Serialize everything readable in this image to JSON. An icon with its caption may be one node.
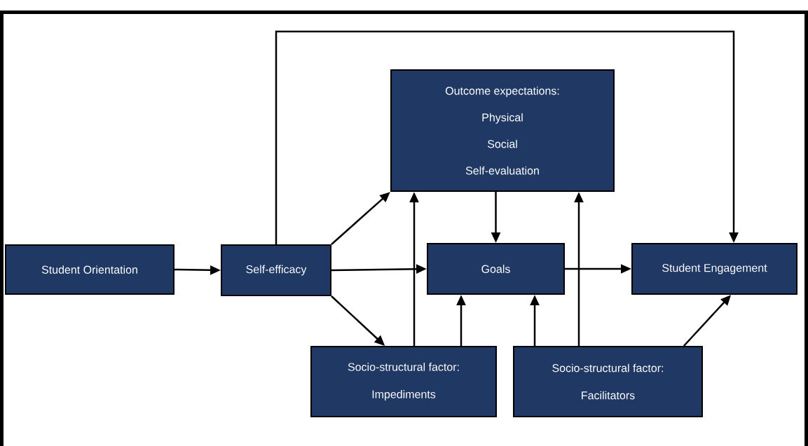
{
  "diagram": {
    "nodes": [
      {
        "text": [
          "Student Orientation"
        ]
      },
      {
        "text": [
          "Self-efficacy"
        ]
      },
      {
        "text": [
          "Outcome expectations:",
          "Physical",
          "Social",
          "Self-evaluation"
        ]
      },
      {
        "text": [
          "Goals"
        ]
      },
      {
        "text": [
          "Student Engagement"
        ]
      },
      {
        "text": [
          "Socio-structural factor:",
          "Impediments"
        ]
      },
      {
        "text": [
          "Socio-structural factor:",
          "Facilitators"
        ]
      }
    ],
    "edges": [
      {
        "from": 0,
        "to": 1,
        "arrow": "to"
      },
      {
        "from": 1,
        "to": 2,
        "arrow": "to"
      },
      {
        "from": 1,
        "to": 3,
        "arrow": "to"
      },
      {
        "from": 1,
        "to": 5,
        "arrow": "to"
      },
      {
        "from": 1,
        "to": 4,
        "arrow": "to"
      },
      {
        "from": 2,
        "to": 3,
        "arrow": "to"
      },
      {
        "from": 5,
        "to": 2,
        "arrow": "to"
      },
      {
        "from": 5,
        "to": 3,
        "arrow": "to"
      },
      {
        "from": 6,
        "to": 3,
        "arrow": "to"
      },
      {
        "from": 6,
        "to": 2,
        "arrow": "to"
      },
      {
        "from": 3,
        "to": 4,
        "arrow": "to"
      },
      {
        "from": 6,
        "to": 4,
        "arrow": "to"
      }
    ]
  }
}
